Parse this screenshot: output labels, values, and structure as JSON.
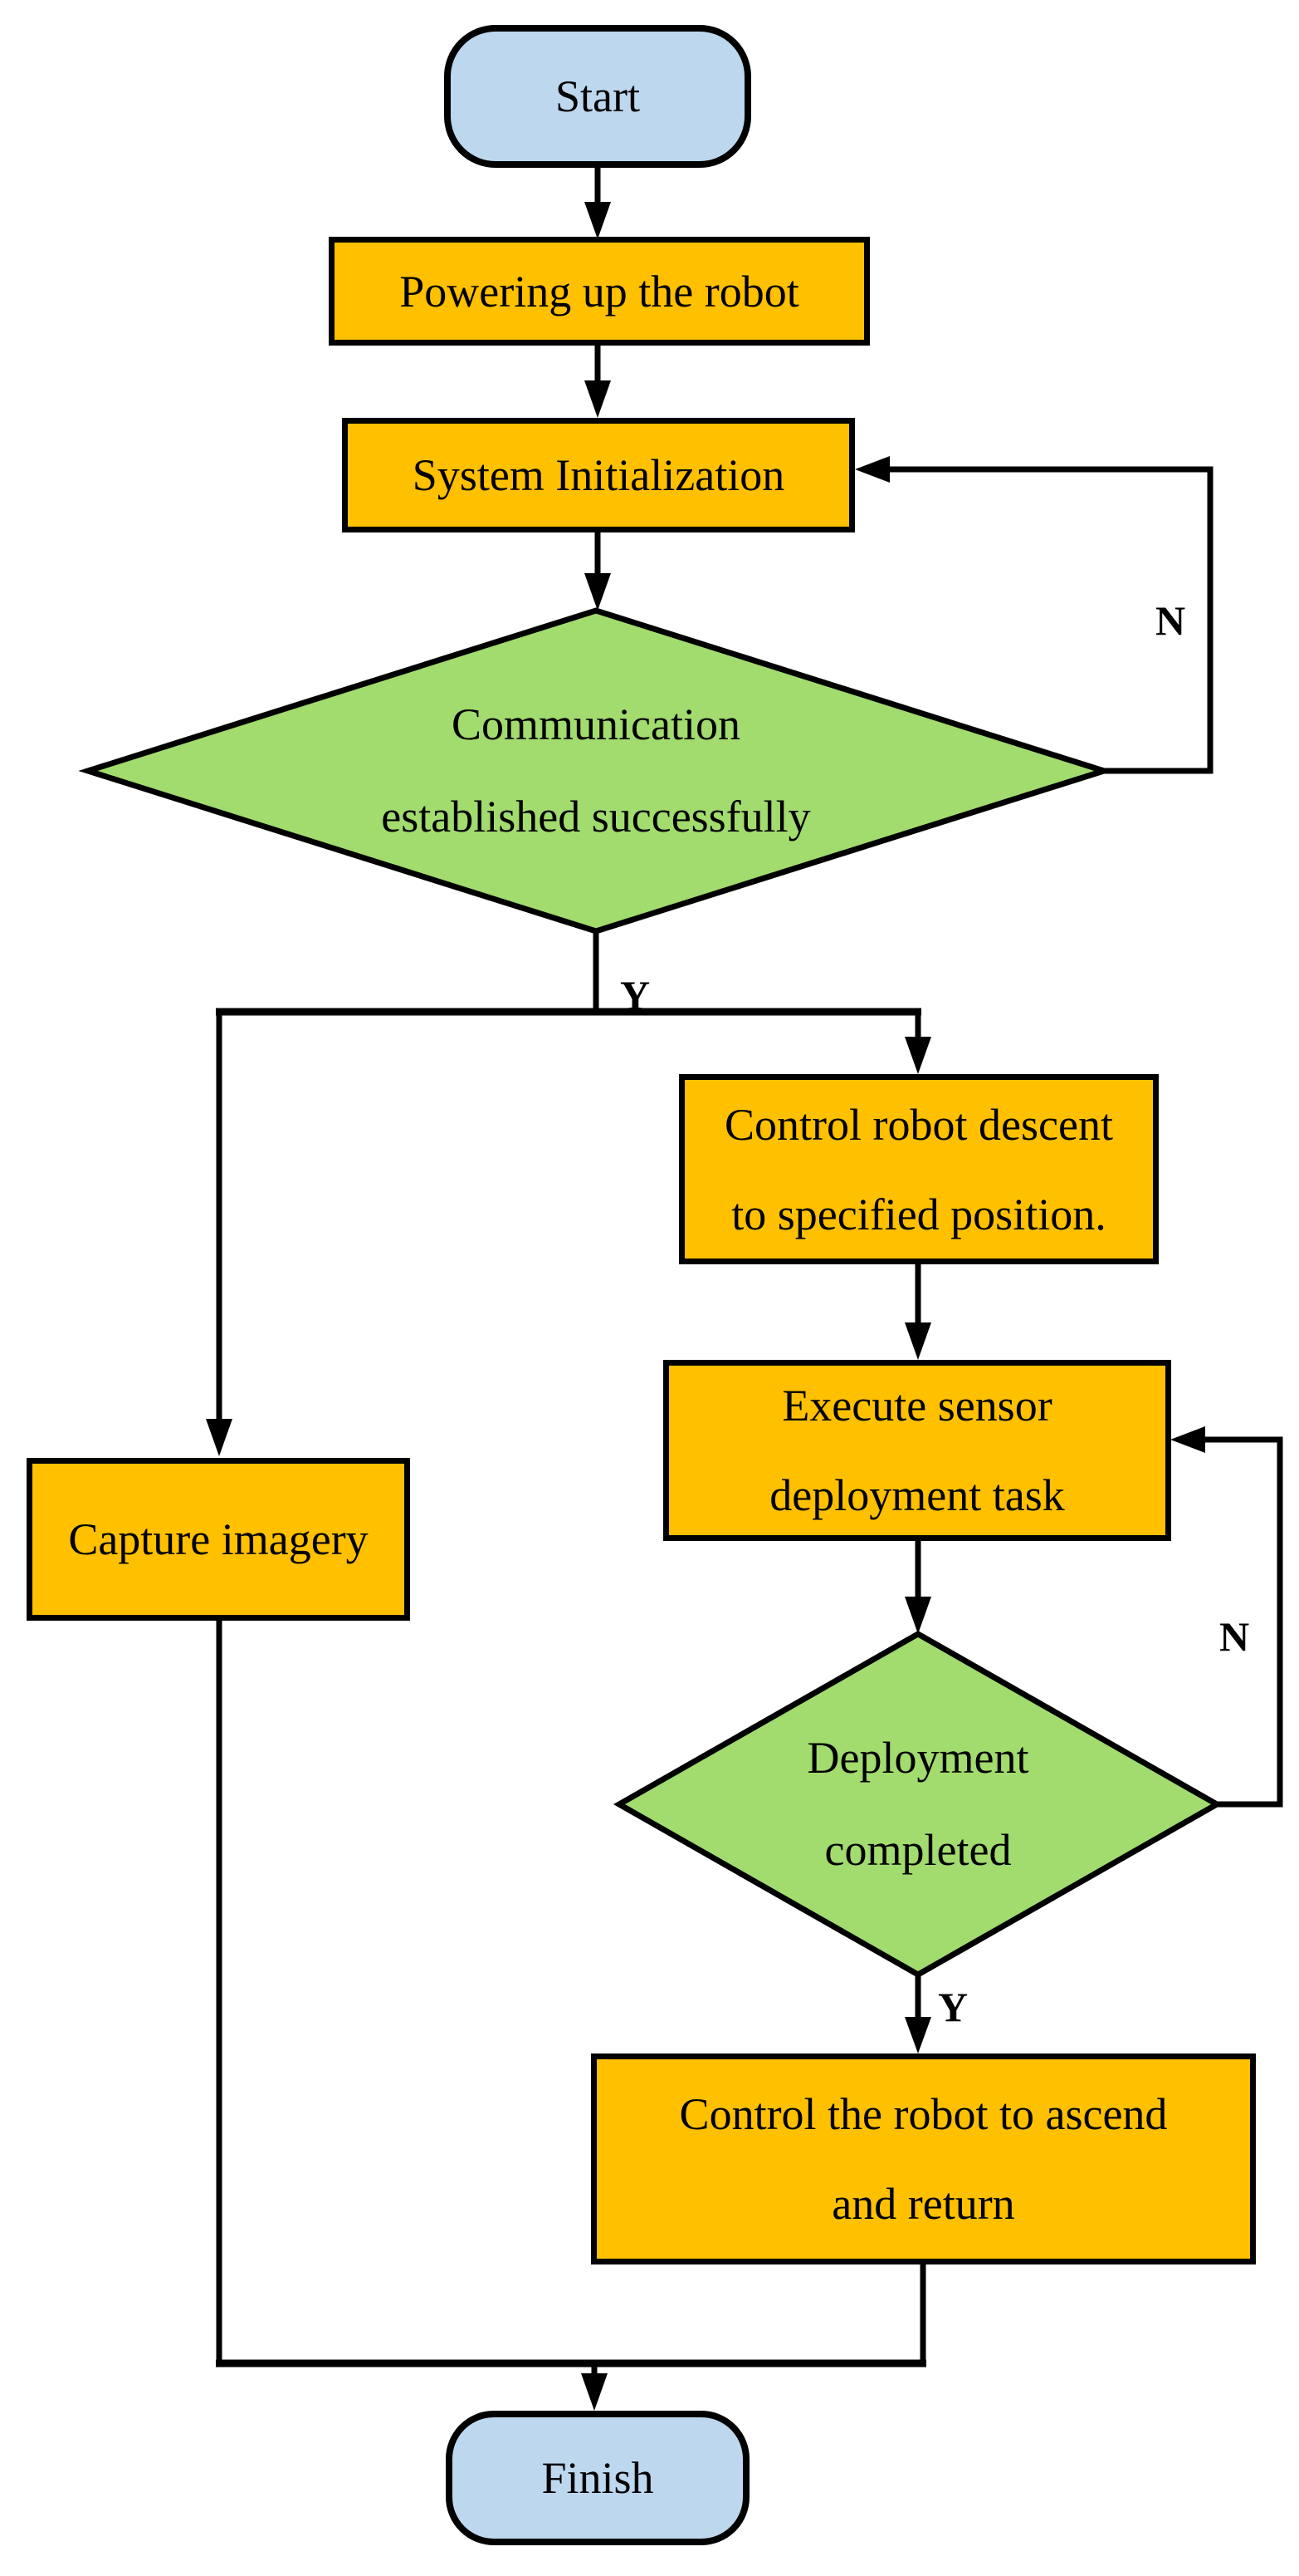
{
  "flowchart": {
    "nodes": {
      "start": {
        "label": "Start",
        "type": "terminator"
      },
      "powering_up": {
        "label": "Powering up the robot",
        "type": "process"
      },
      "system_initialization": {
        "label": "System Initialization",
        "type": "process"
      },
      "communication_check": {
        "label": "Communication\nestablished successfully",
        "type": "decision"
      },
      "capture_imagery": {
        "label": "Capture imagery",
        "type": "process"
      },
      "control_descent": {
        "label": "Control robot descent\nto specified position.",
        "type": "process"
      },
      "execute_deployment": {
        "label": "Execute sensor\ndeployment task",
        "type": "process"
      },
      "deployment_check": {
        "label": "Deployment\ncompleted",
        "type": "decision"
      },
      "control_ascend": {
        "label": "Control the robot to ascend\nand return",
        "type": "process"
      },
      "finish": {
        "label": "Finish",
        "type": "terminator"
      }
    },
    "edge_labels": {
      "communication_no": "N",
      "communication_yes": "Y",
      "deployment_no": "N",
      "deployment_yes": "Y"
    },
    "colors": {
      "terminator_fill": "#BDD7EE",
      "process_fill": "#FFC000",
      "decision_fill": "#A2DB6E",
      "line": "#000000"
    }
  }
}
